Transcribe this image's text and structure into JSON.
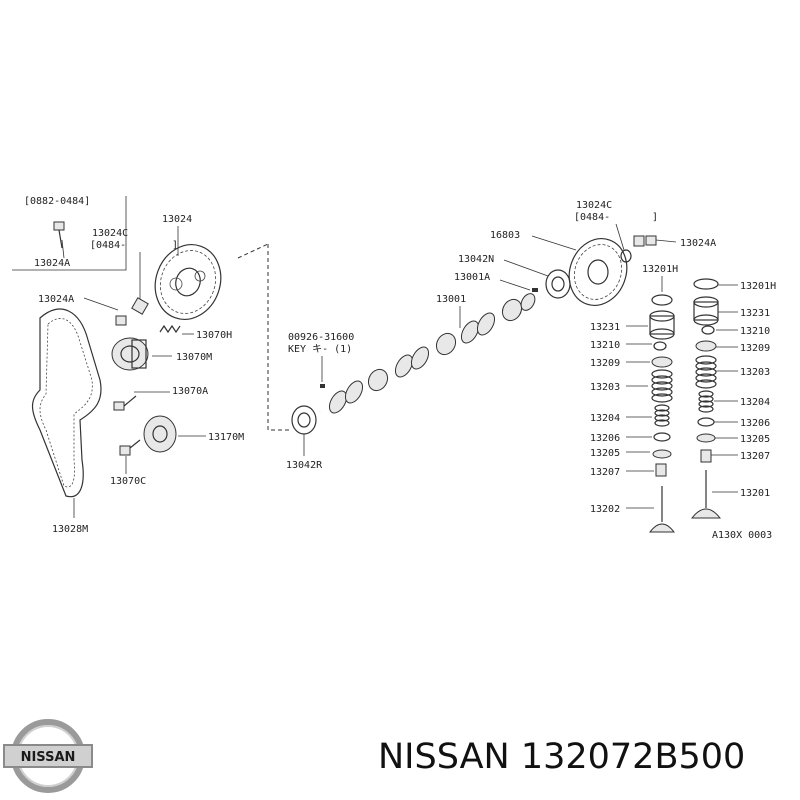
{
  "diagram": {
    "figure_code": "A130X 0003",
    "labels": {
      "date_range_a": "[0882-0484]",
      "date_range_b": "[0484-",
      "bracket_close": "]",
      "p13024A_top": "13024A",
      "p13024": "13024",
      "p13024C_left": "13024C",
      "p13024A_mid": "13024A",
      "p13070H": "13070H",
      "p13070M": "13070M",
      "p13070A": "13070A",
      "p13170M": "13170M",
      "p13070C": "13070C",
      "p13028M": "13028M",
      "key_part": "00926-31600",
      "key_text": "KEY キ- (1)",
      "p13042R": "13042R",
      "p13001": "13001",
      "p13001A": "13001A",
      "p13042N": "13042N",
      "p16803": "16803",
      "p13024C_right": "13024C",
      "date_range_c": "[0484-",
      "bracket_close_r": "]",
      "p13024A_right": "13024A",
      "p13201H_l": "13201H",
      "p13201H_r": "13201H",
      "p13231_l": "13231",
      "p13231_r": "13231",
      "p13210_l": "13210",
      "p13210_r": "13210",
      "p13209_l": "13209",
      "p13209_r": "13209",
      "p13203_l": "13203",
      "p13203_r": "13203",
      "p13204_l": "13204",
      "p13204_r": "13204",
      "p13206_l": "13206",
      "p13206_r": "13206",
      "p13205_l": "13205",
      "p13205_r": "13205",
      "p13207_l": "13207",
      "p13207_r": "13207",
      "p13202": "13202",
      "p13201": "13201"
    }
  },
  "brand": {
    "logo_text": "NISSAN",
    "title": "NISSAN 132072B500"
  }
}
